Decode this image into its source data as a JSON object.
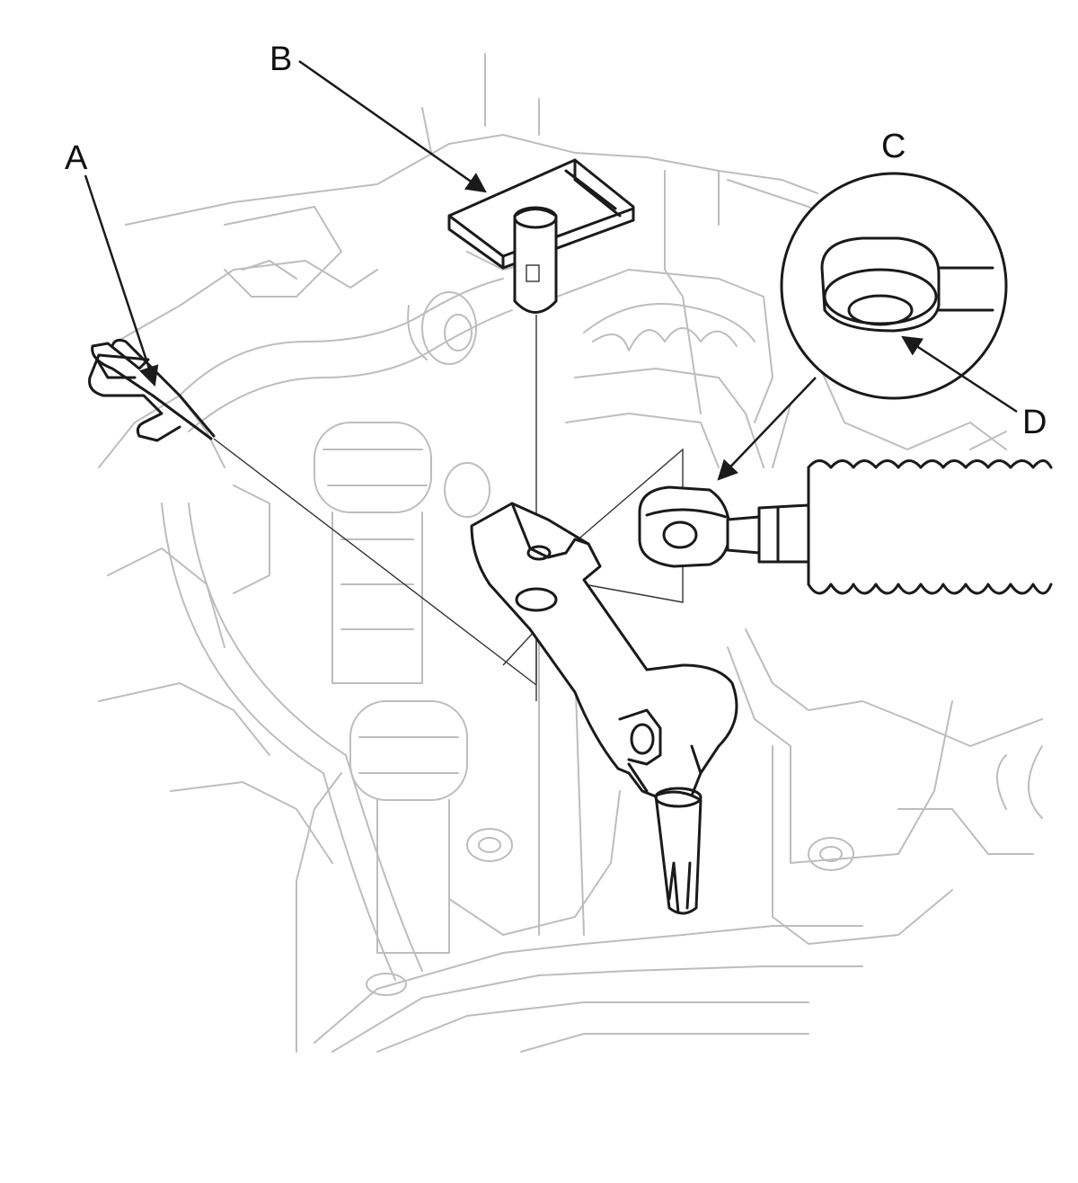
{
  "callouts": {
    "a": "A",
    "b": "B",
    "c": "C",
    "d": "D"
  },
  "colors": {
    "ink": "#1a1a1a",
    "ghost": "#bdbdbd",
    "background": "#ffffff"
  }
}
